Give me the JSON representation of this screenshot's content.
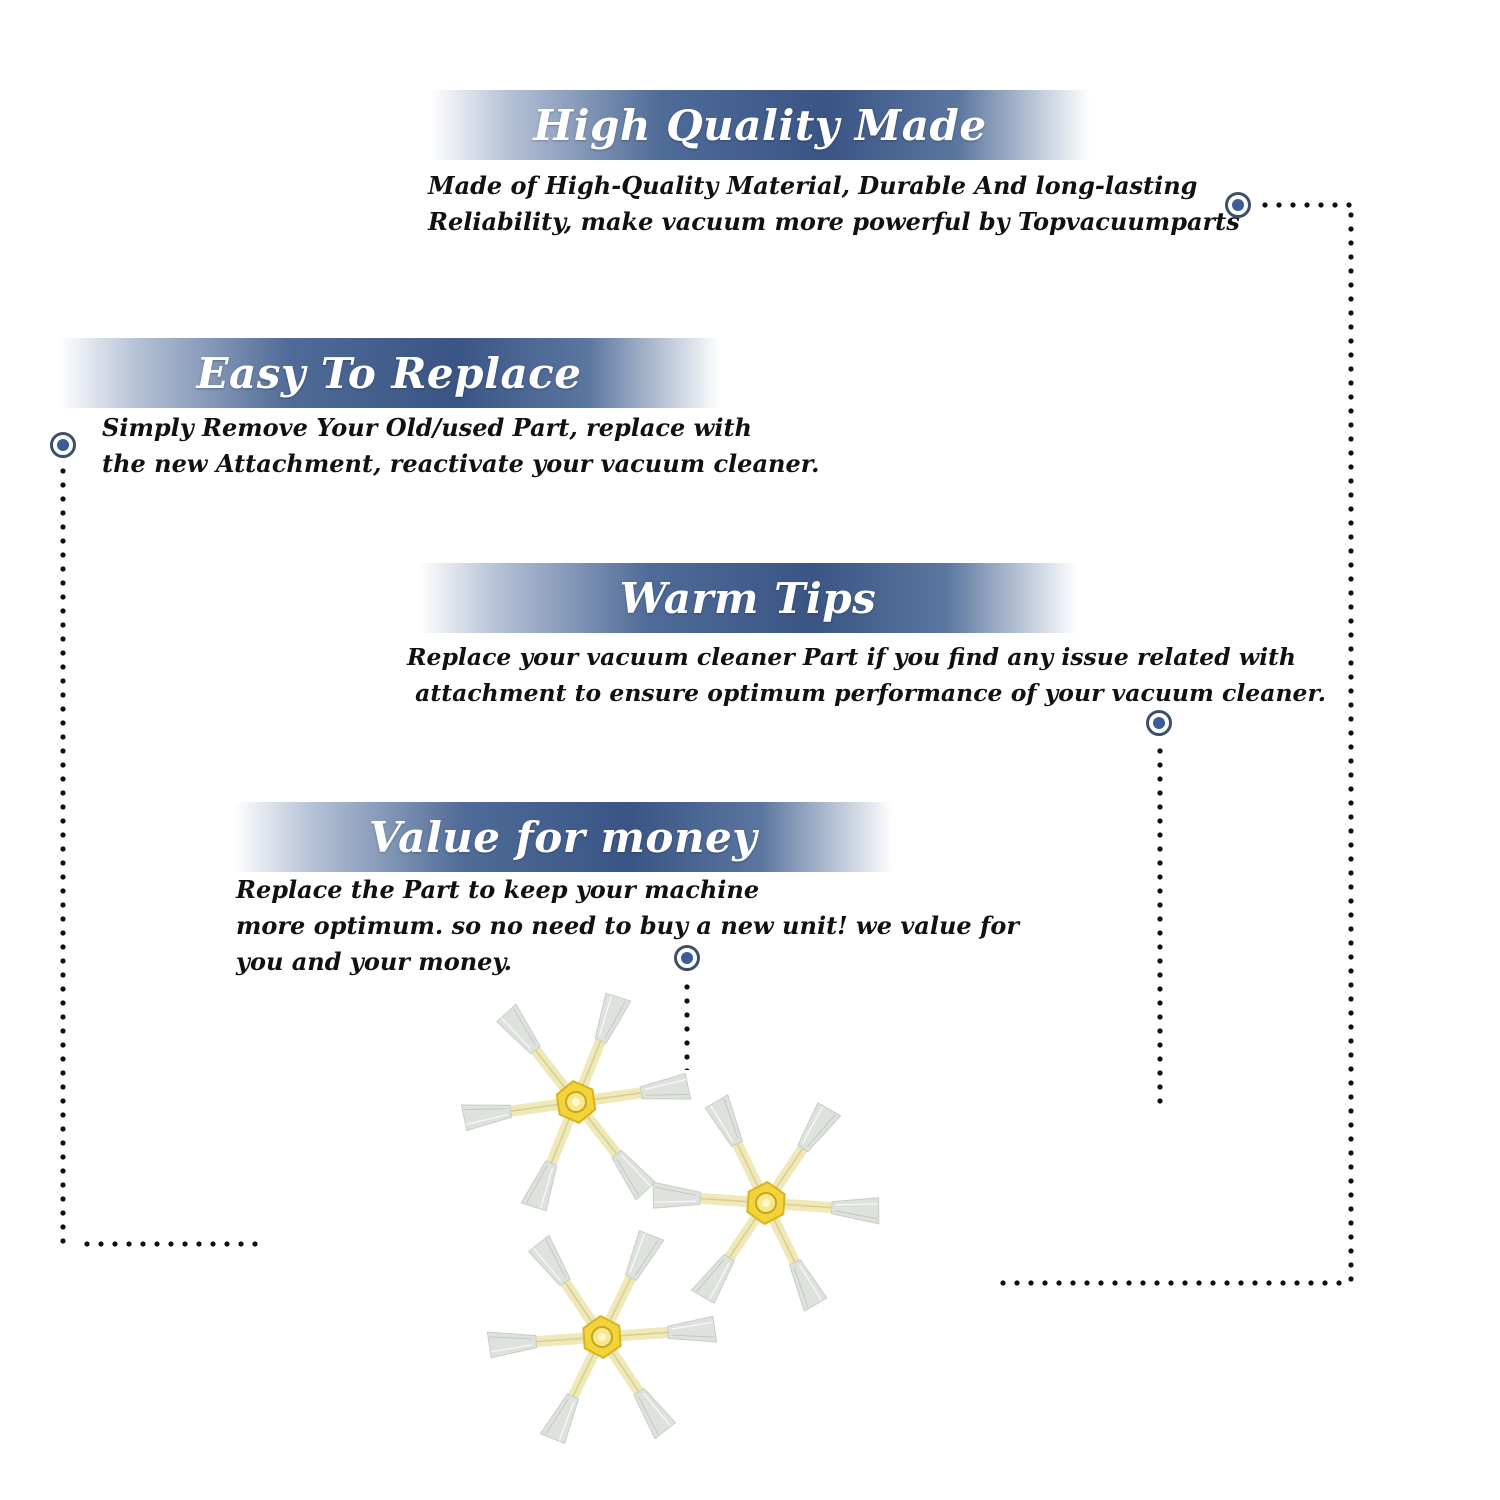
{
  "features": [
    {
      "title": "High Quality Made",
      "lines": [
        "Made of  High-Quality Material, Durable And long-lasting",
        "Reliability, make vacuum more powerful by Topvacuumparts"
      ]
    },
    {
      "title": "Easy To Replace",
      "lines": [
        "Simply Remove Your Old/used Part, replace with",
        "the new Attachment, reactivate your vacuum cleaner."
      ]
    },
    {
      "title": "Warm Tips",
      "lines": [
        "Replace your vacuum cleaner Part if you find any issue related with",
        " attachment to ensure optimum performance of your vacuum cleaner."
      ]
    },
    {
      "title": "Value for money",
      "lines": [
        "Replace the Part to keep your machine",
        "more optimum. so no need to buy a new unit! we value for",
        "you and your money."
      ]
    }
  ],
  "colors": {
    "banner": "#3a5585",
    "marker": "#3a5c9a",
    "brush_hub": "#f2d43a",
    "brush_arm": "#efe8b8",
    "bristle": "#dde2dc"
  },
  "product": {
    "item": "six-arm side brush",
    "count": 3
  }
}
